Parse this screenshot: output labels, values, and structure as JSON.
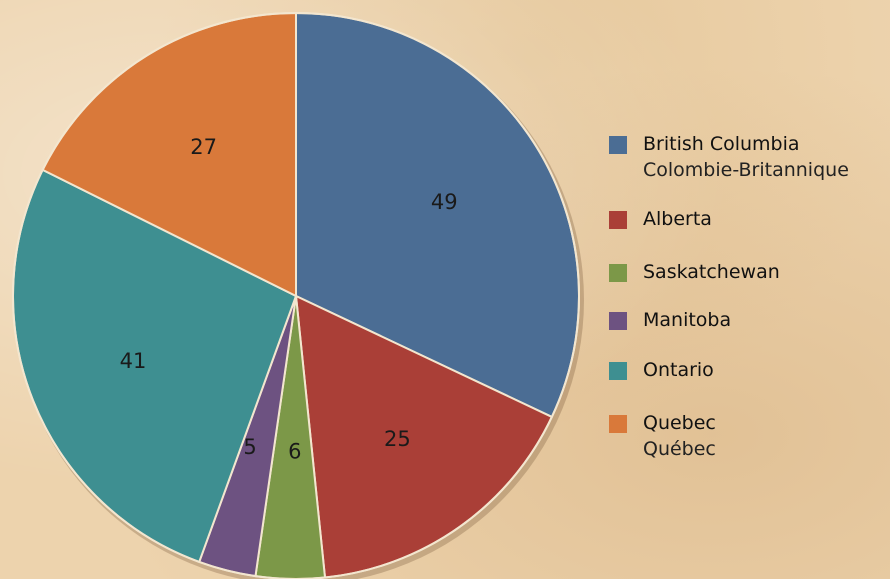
{
  "chart_data": {
    "type": "pie",
    "categories": [
      "British Columbia",
      "Alberta",
      "Saskatchewan",
      "Manitoba",
      "Ontario",
      "Quebec"
    ],
    "values": [
      49,
      25,
      6,
      5,
      41,
      27
    ],
    "slices": [
      {
        "key": "bc",
        "label": "British Columbia",
        "alt": "Colombie-Britannique",
        "value": 49,
        "color": "#4b6d94"
      },
      {
        "key": "ab",
        "label": "Alberta",
        "alt": "",
        "value": 25,
        "color": "#aa3f37"
      },
      {
        "key": "sk",
        "label": "Saskatchewan",
        "alt": "",
        "value": 6,
        "color": "#7c9848"
      },
      {
        "key": "mb",
        "label": "Manitoba",
        "alt": "",
        "value": 5,
        "color": "#6d5281"
      },
      {
        "key": "on",
        "label": "Ontario",
        "alt": "",
        "value": 41,
        "color": "#3e8f91"
      },
      {
        "key": "qc",
        "label": "Quebec",
        "alt": "Québec",
        "value": 27,
        "color": "#d9793a"
      }
    ],
    "legend_position": "right",
    "start": "12 o'clock, clockwise"
  }
}
